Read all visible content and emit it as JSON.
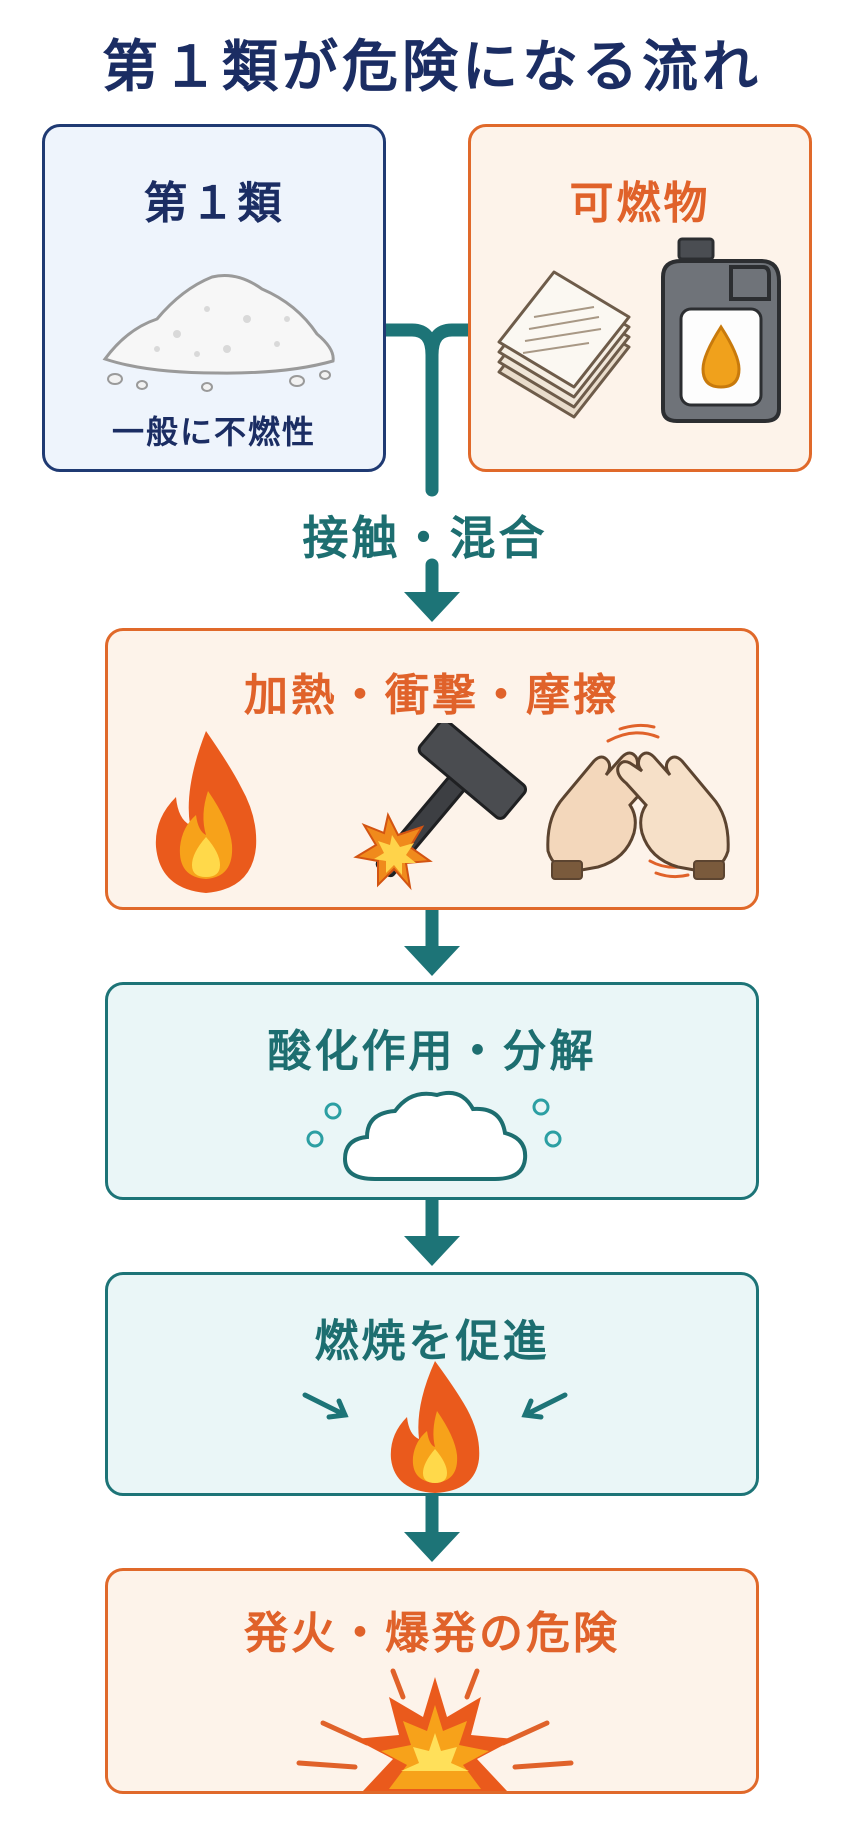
{
  "title": "第１類が危険になる流れ",
  "box_class1": {
    "title": "第１類",
    "note": "一般に不燃性",
    "icon": "white-powder-pile-icon"
  },
  "box_combustible": {
    "title": "可燃物",
    "icons": [
      "paper-stack-icon",
      "oil-canister-icon"
    ]
  },
  "connector_label": "接触・混合",
  "step_heat": {
    "title": "加熱・衝撃・摩擦",
    "icons": [
      "flame-icon",
      "hammer-impact-icon",
      "rubbing-hands-icon"
    ]
  },
  "step_oxidation": {
    "title": "酸化作用・分解",
    "icon": "gas-cloud-icon"
  },
  "step_combustion": {
    "title": "燃焼を促進",
    "icon": "flame-with-arrows-icon"
  },
  "step_explosion": {
    "title": "発火・爆発の危険",
    "icon": "explosion-burst-icon"
  },
  "colors": {
    "navy": "#1b2d63",
    "orange": "#e0622a",
    "teal": "#1d7477",
    "box_orange_bg": "#fdf3ea",
    "box_teal_bg": "#eaf6f7",
    "box_navy_bg": "#eef4fc"
  }
}
